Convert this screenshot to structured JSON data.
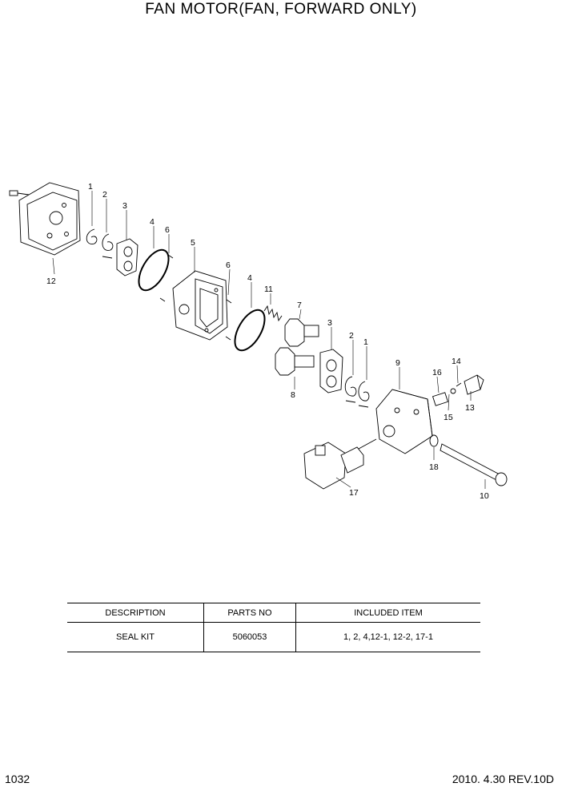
{
  "title": "FAN MOTOR(FAN, FORWARD ONLY)",
  "callouts": [
    "1",
    "2",
    "3",
    "4",
    "6",
    "5",
    "6",
    "12",
    "4",
    "11",
    "7",
    "3",
    "2",
    "1",
    "8",
    "9",
    "16",
    "14",
    "15",
    "13",
    "18",
    "17",
    "10"
  ],
  "table": {
    "headers": [
      "DESCRIPTION",
      "PARTS NO",
      "INCLUDED ITEM"
    ],
    "rows": [
      [
        "SEAL KIT",
        "5060053",
        "1, 2, 4,12-1, 12-2, 17-1"
      ]
    ]
  },
  "footer": {
    "page_number": "1032",
    "revision": "2010. 4.30  REV.10D"
  }
}
